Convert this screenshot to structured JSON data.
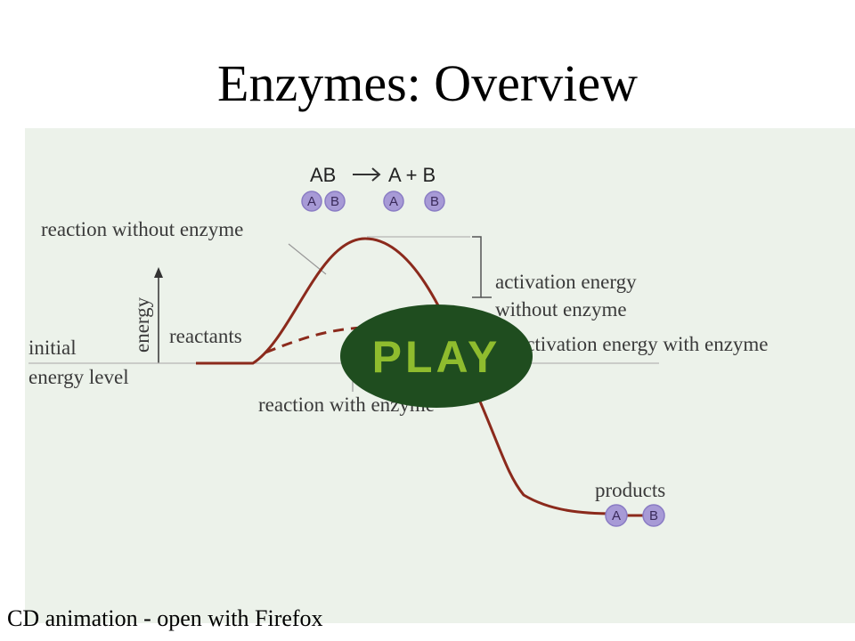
{
  "slide": {
    "title": "Enzymes: Overview",
    "footer": "CD animation - open with Firefox"
  },
  "diagram": {
    "equation": {
      "reactant": "AB",
      "arrow": "→",
      "products": "A + B"
    },
    "molecules": {
      "a": "A",
      "b": "B"
    },
    "labels": {
      "reaction_without_enzyme": "reaction without enzyme",
      "energy_axis": "energy",
      "reactants": "reactants",
      "initial": "initial",
      "energy_level": "energy level",
      "activation_energy_line1": "activation energy",
      "activation_energy_line2": "without enzyme",
      "activation_energy_with_enzyme": "activation energy with enzyme",
      "reaction_with_enzyme": "reaction with enzyme",
      "products": "products"
    },
    "play_button": {
      "label": "PLAY"
    },
    "colors": {
      "background": "#ecf2ea",
      "curve": "#8b2a1c",
      "molecule_fill": "#a79ad6",
      "play_fill": "#1f4d1f",
      "play_text": "#8fbc2e"
    }
  }
}
